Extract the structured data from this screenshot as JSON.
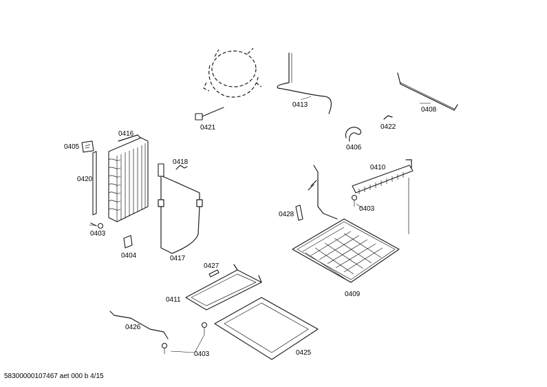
{
  "labels": {
    "p0413": "0413",
    "p0408": "0408",
    "p0421": "0421",
    "p0422": "0422",
    "p0406": "0406",
    "p0416": "0416",
    "p0405": "0405",
    "p0418": "0418",
    "p0420": "0420",
    "p0410": "0410",
    "p0403_left": "0403",
    "p0403_right": "0403",
    "p0403_bottom": "0403",
    "p0428": "0428",
    "p0404": "0404",
    "p0417": "0417",
    "p0409": "0409",
    "p0427": "0427",
    "p0411": "0411",
    "p0426": "0426",
    "p0425": "0425"
  },
  "footer": {
    "doc_id": "58300000107467 aet 000 b 4/15"
  }
}
